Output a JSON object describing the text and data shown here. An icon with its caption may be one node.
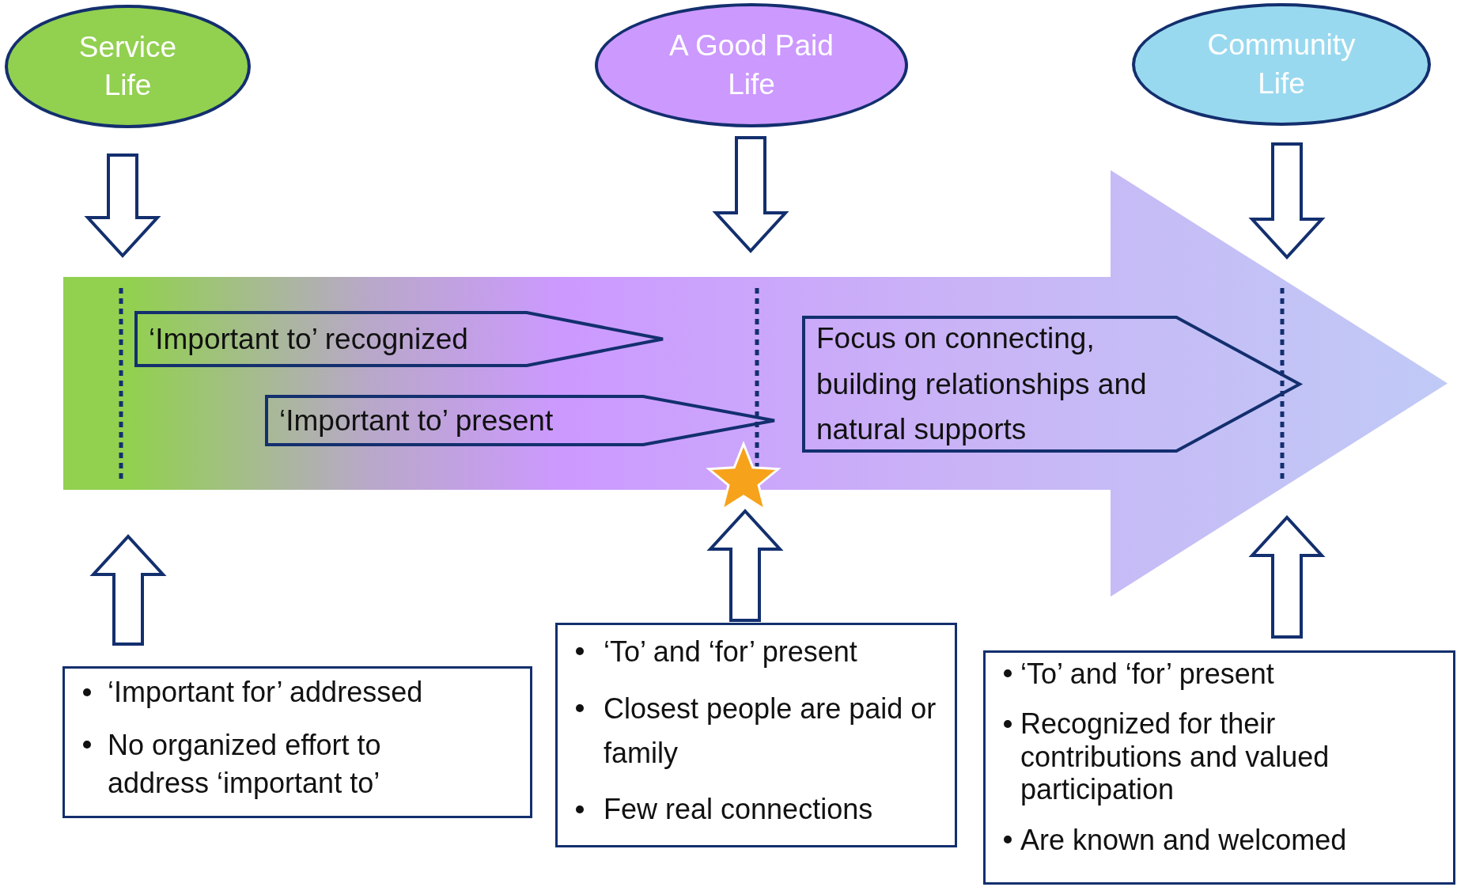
{
  "diagram": {
    "nodes": [
      {
        "text": [
          "Service Life"
        ]
      },
      {
        "text": [
          "A Good Paid Life"
        ]
      },
      {
        "text": [
          "Community Life"
        ]
      },
      {
        "text": [],
        "shape": "arrow"
      },
      {
        "text": [
          "‘Important to’ recognized"
        ],
        "in": 3
      },
      {
        "text": [
          "‘Important to’ present"
        ],
        "in": 3
      },
      {
        "text": [
          "Focus on connecting, building relationships and natural supports"
        ],
        "in": 3
      },
      {
        "text": [
          "‘Important for’ addressed",
          "No organized effort to address ‘important to’"
        ]
      },
      {
        "text": [
          "‘To’ and ‘for’ present",
          "Closest people are paid or family",
          "Few real connections"
        ]
      },
      {
        "text": [
          "‘To’ and ‘for’ present",
          "Recognized for their contributions and valued participation",
          "Are known and welcomed"
        ]
      }
    ],
    "edges": [
      {
        "from": 0,
        "to": 3,
        "arrow": "to"
      },
      {
        "from": 1,
        "to": 3,
        "arrow": "to"
      },
      {
        "from": 2,
        "to": 3,
        "arrow": "to"
      },
      {
        "from": 7,
        "to": 3,
        "arrow": "to"
      },
      {
        "from": 8,
        "to": 3,
        "arrow": "to"
      },
      {
        "from": 9,
        "to": 3,
        "arrow": "to"
      }
    ]
  }
}
